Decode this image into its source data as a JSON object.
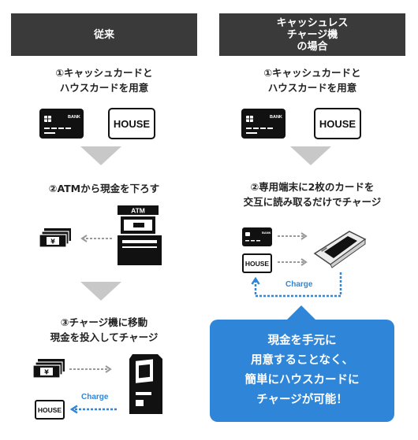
{
  "left_column": {
    "header": "従来",
    "step1": {
      "line1": "①キャッシュカードと",
      "line2": "ハウスカードを用意"
    },
    "step2": {
      "line1": "②ATMから現金を下ろす"
    },
    "step3": {
      "line1": "③チャージ機に移動",
      "line2": "現金を投入してチャージ"
    },
    "atm_label": "ATM",
    "charge_label": "Charge",
    "house_label": "HOUSE",
    "bank_label": "BANK"
  },
  "right_column": {
    "header": {
      "line1": "キャッシュレス",
      "line2": "チャージ機",
      "line3": "の場合"
    },
    "step1": {
      "line1": "①キャッシュカードと",
      "line2": "ハウスカードを用意"
    },
    "step2": {
      "line1": "②専用端末に2枚のカードを",
      "line2": "交互に読み取るだけでチャージ"
    },
    "charge_label": "Charge",
    "house_label": "HOUSE",
    "bank_label": "BANK"
  },
  "callout": {
    "line1": "現金を手元に",
    "line2": "用意することなく、",
    "line3": "簡単にハウスカードに",
    "line4": "チャージが可能！"
  },
  "colors": {
    "header_bg": "#3a3a3a",
    "accent_blue": "#2f86d8",
    "arrow_gray": "#c8c8c8"
  },
  "icons": [
    "bank-card-icon",
    "house-card-icon",
    "atm-icon",
    "cash-icon",
    "charge-machine-icon",
    "card-terminal-icon"
  ]
}
